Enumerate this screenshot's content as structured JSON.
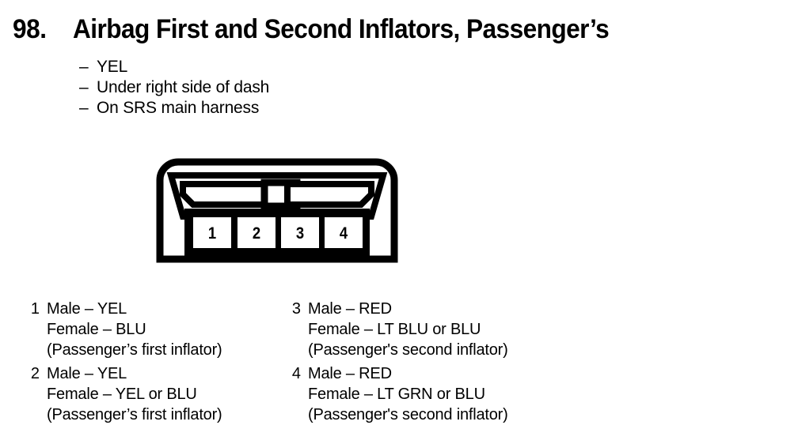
{
  "page": {
    "item_number": "98.",
    "title": "Airbag First and Second Inflators, Passenger’s",
    "background_color": "#ffffff",
    "ink_color": "#000000"
  },
  "bullets": [
    {
      "dash": "–",
      "text": "YEL"
    },
    {
      "dash": "–",
      "text": "Under right side of dash"
    },
    {
      "dash": "–",
      "text": "On SRS main harness"
    }
  ],
  "connector": {
    "type": "4-cavity-rectangular-connector",
    "cavity_count": 4,
    "cavity_labels": [
      "1",
      "2",
      "3",
      "4"
    ],
    "features": [
      "left-chamfered-slot",
      "center-square-keyway",
      "right-chamfered-slot"
    ]
  },
  "legend": {
    "left_column": [
      {
        "pin": "1",
        "male": "Male – YEL",
        "female": "Female – BLU",
        "note": "(Passenger’s first inflator)"
      },
      {
        "pin": "2",
        "male": "Male – YEL",
        "female": "Female – YEL or BLU",
        "note": "(Passenger’s first inflator)"
      }
    ],
    "right_column": [
      {
        "pin": "3",
        "male": "Male – RED",
        "female": "Female – LT BLU or BLU",
        "note": "(Passenger's second inflator)"
      },
      {
        "pin": "4",
        "male": "Male – RED",
        "female": "Female – LT GRN or BLU",
        "note": "(Passenger's second inflator)"
      }
    ]
  }
}
